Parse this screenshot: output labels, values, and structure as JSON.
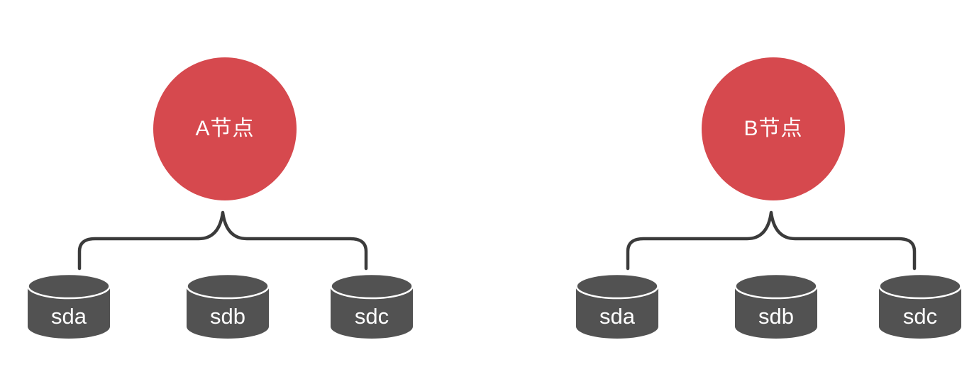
{
  "diagram": {
    "background_color": "#ffffff",
    "colors": {
      "node_fill": "#d6494e",
      "node_text": "#ffffff",
      "disk_fill": "#525252",
      "disk_divider": "#ffffff",
      "disk_text": "#ffffff",
      "brace_stroke": "#3b3b3b"
    },
    "groups": [
      {
        "node_label": "A节点",
        "disks": [
          {
            "label": "sda"
          },
          {
            "label": "sdb"
          },
          {
            "label": "sdc"
          }
        ]
      },
      {
        "node_label": "B节点",
        "disks": [
          {
            "label": "sda"
          },
          {
            "label": "sdb"
          },
          {
            "label": "sdc"
          }
        ]
      }
    ]
  }
}
